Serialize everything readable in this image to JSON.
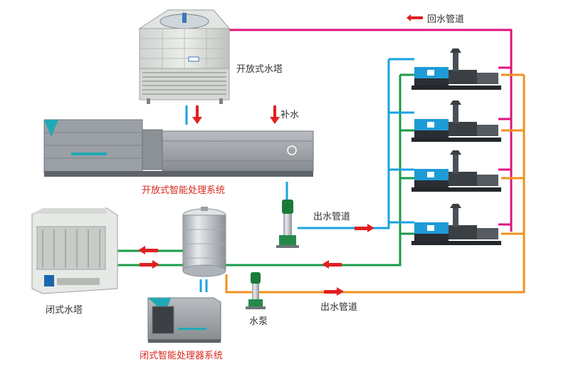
{
  "legend": {
    "return_label": "回水管道"
  },
  "labels": {
    "open_tower": "开放式水塔",
    "makeup_water": "补水",
    "open_system": "开放式智能处理系统",
    "outlet_pipe_upper": "出水管道",
    "closed_tower": "闭式水塔",
    "pump": "水泵",
    "outlet_pipe_lower": "出水管道",
    "closed_system": "闭式智能处理器系统"
  },
  "colors": {
    "return_pipe": "#e0127c",
    "supply_blue": "#1aa3e0",
    "green_pipe": "#1a9a4a",
    "orange_pipe": "#f0901e",
    "arrow_red": "#e02020",
    "label_red": "#d9261c",
    "machine_blue": "#1e9bd7"
  },
  "machines": [
    "injection-machine-1",
    "injection-machine-2",
    "injection-machine-3",
    "injection-machine-4"
  ]
}
